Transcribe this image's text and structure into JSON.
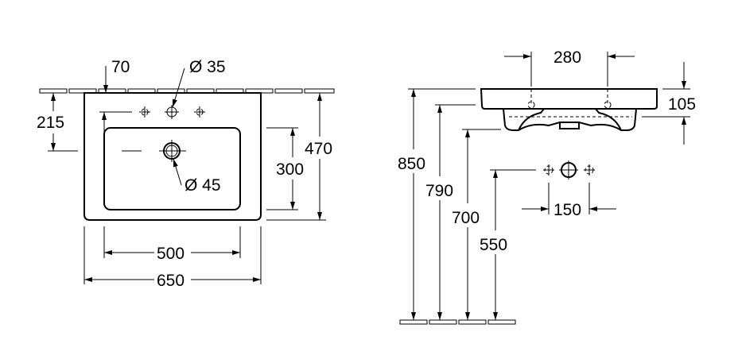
{
  "front_view": {
    "dims": {
      "tap_offset": "70",
      "tap_hole_diameter": "Ø 35",
      "tap_to_drain_height": "215",
      "bowl_depth": "300",
      "depth": "470",
      "drain_diameter": "Ø 45",
      "bowl_width": "500",
      "width": "650"
    }
  },
  "side_view": {
    "dims": {
      "fixing_spacing": "280",
      "rim_height": "105",
      "height_top": "850",
      "height_rim_bottom": "790",
      "height_bottom": "700",
      "height_waste": "550",
      "supply_spacing": "150"
    }
  }
}
